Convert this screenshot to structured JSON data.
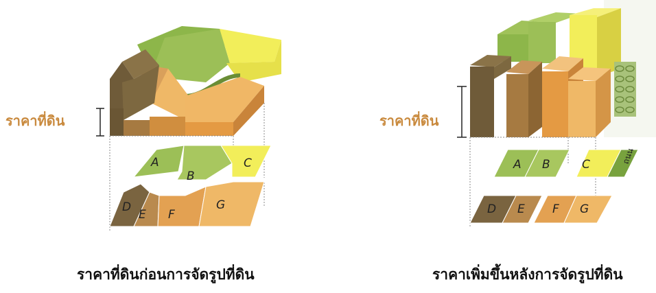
{
  "left_panel": {
    "price_label": "ราคาที่ดิน",
    "caption": "ราคาที่ดินก่อนการจัดรูปที่ดิน",
    "plots_top": [
      "A",
      "B",
      "C"
    ],
    "plots_bottom": [
      "D",
      "E",
      "F",
      "G"
    ]
  },
  "right_panel": {
    "price_label": "ราคาที่ดิน",
    "caption": "ราคาเพิ่มขึ้นหลังการจัดรูปที่ดิน",
    "plots_top": [
      "A",
      "B",
      "C",
      "ถนน"
    ],
    "plots_bottom": [
      "D",
      "E",
      "F",
      "G"
    ]
  },
  "colors": {
    "dark_brown": "#7a6440",
    "brown": "#b98a4e",
    "orange": "#e3a152",
    "light_orange": "#efb867",
    "green": "#9cbf57",
    "dark_green": "#78a23e",
    "yellow": "#f2ee5a",
    "label": "#c98a3e"
  }
}
